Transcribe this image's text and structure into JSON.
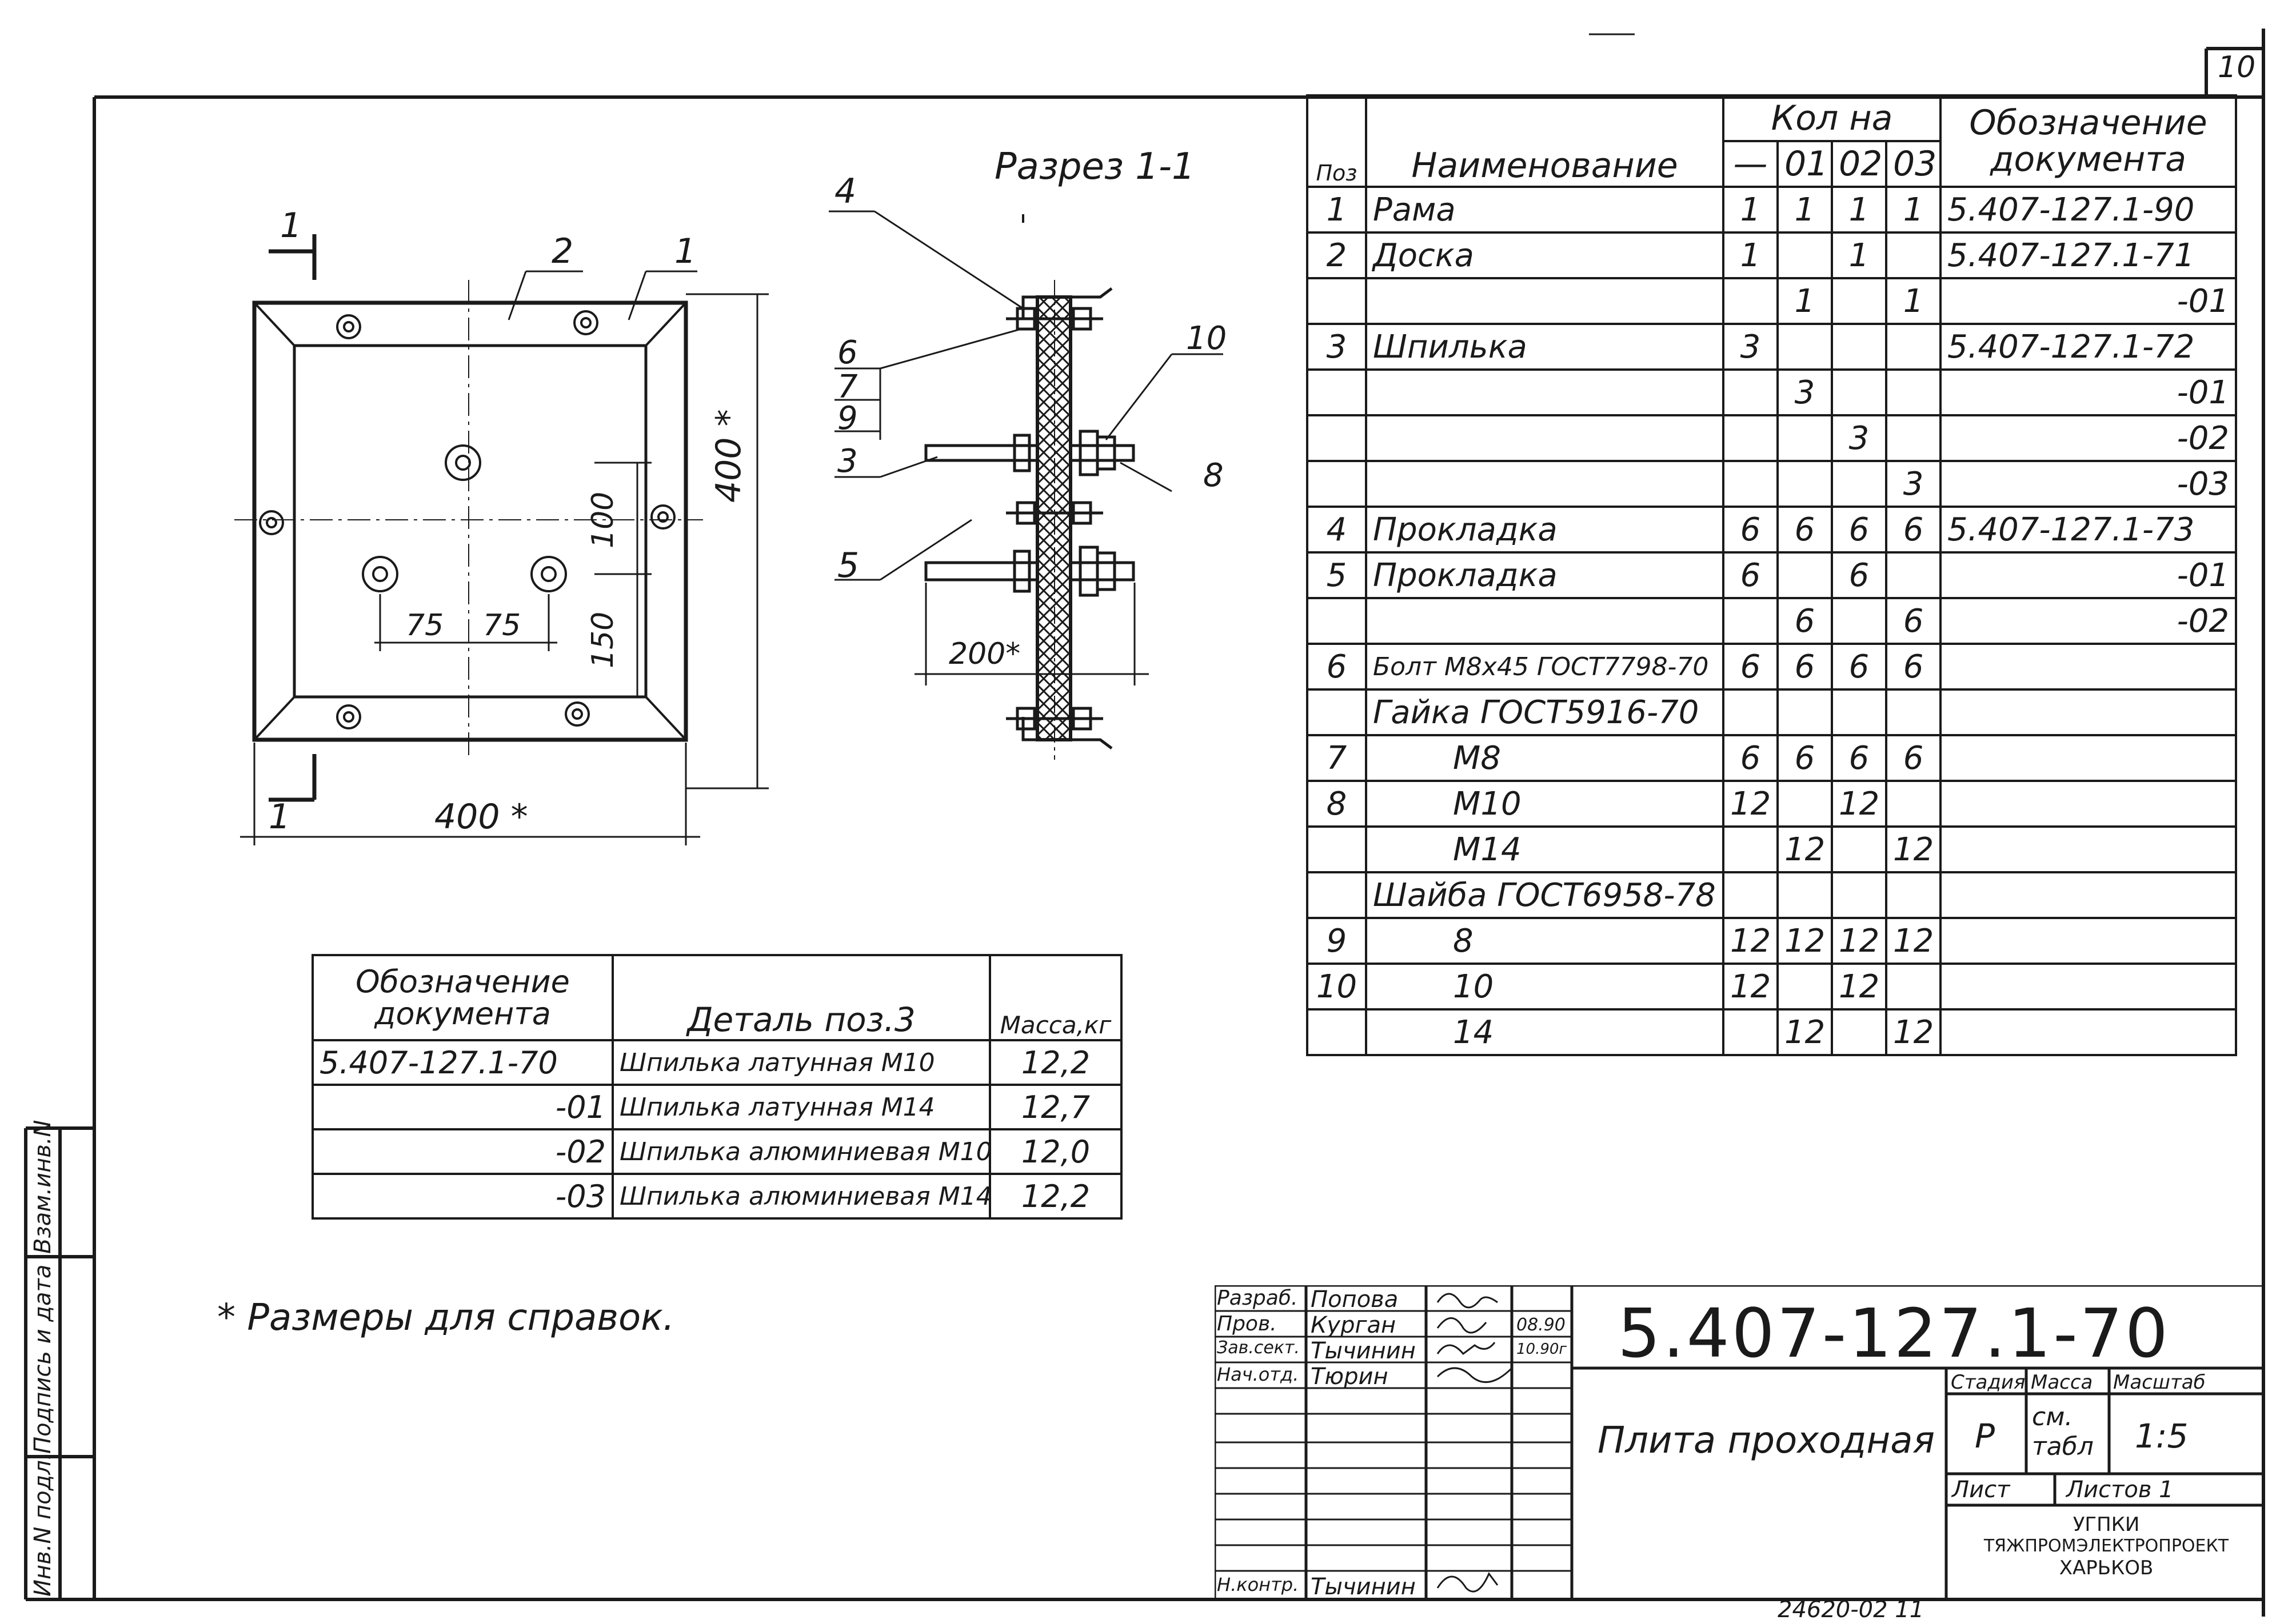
{
  "sheet_number": "10",
  "top_dashes": "-----",
  "drawing_code": "5.407-127.1-70",
  "title": "Плита проходная",
  "note": "* Размеры для справок.",
  "archive_number": "24620-02 11",
  "plan_view": {
    "cut_marks": [
      "1",
      "1"
    ],
    "callouts": [
      "2",
      "1"
    ],
    "dims": {
      "width": "400 *",
      "height": "400 *",
      "d100": "100",
      "d150": "150",
      "d75a": "75",
      "d75b": "75"
    }
  },
  "section_view": {
    "label": "Разрез 1-1",
    "callouts": [
      "4",
      "6",
      "7",
      "9",
      "3",
      "5",
      "10",
      "8"
    ],
    "dim_200": "200*"
  },
  "spec_table": {
    "headers": {
      "pos": "Поз",
      "name": "Наименование",
      "qty": "Кол на",
      "doc": "Обозначение документа",
      "variants": [
        "—",
        "01",
        "02",
        "03"
      ]
    },
    "rows": [
      {
        "pos": "1",
        "name": "Рама",
        "q": [
          "1",
          "1",
          "1",
          "1"
        ],
        "doc": "5.407-127.1-90"
      },
      {
        "pos": "2",
        "name": "Доска",
        "q": [
          "1",
          "",
          "1",
          ""
        ],
        "doc": "5.407-127.1-71"
      },
      {
        "pos": "",
        "name": "",
        "q": [
          "",
          "1",
          "",
          "1"
        ],
        "doc": "-01"
      },
      {
        "pos": "3",
        "name": "Шпилька",
        "q": [
          "3",
          "",
          "",
          ""
        ],
        "doc": "5.407-127.1-72"
      },
      {
        "pos": "",
        "name": "",
        "q": [
          "",
          "3",
          "",
          ""
        ],
        "doc": "-01"
      },
      {
        "pos": "",
        "name": "",
        "q": [
          "",
          "",
          "3",
          ""
        ],
        "doc": "-02"
      },
      {
        "pos": "",
        "name": "",
        "q": [
          "",
          "",
          "",
          "3"
        ],
        "doc": "-03"
      },
      {
        "pos": "4",
        "name": "Прокладка",
        "q": [
          "6",
          "6",
          "6",
          "6"
        ],
        "doc": "5.407-127.1-73"
      },
      {
        "pos": "5",
        "name": "Прокладка",
        "q": [
          "6",
          "",
          "6",
          ""
        ],
        "doc": "-01"
      },
      {
        "pos": "",
        "name": "",
        "q": [
          "",
          "6",
          "",
          "6"
        ],
        "doc": "-02"
      },
      {
        "pos": "6",
        "name": "Болт М8х45 ГОСТ7798-70",
        "q": [
          "6",
          "6",
          "6",
          "6"
        ],
        "doc": ""
      },
      {
        "pos": "",
        "name": "Гайка ГОСТ5916-70",
        "q": [
          "",
          "",
          "",
          ""
        ],
        "doc": ""
      },
      {
        "pos": "7",
        "name": "М8",
        "q": [
          "6",
          "6",
          "6",
          "6"
        ],
        "doc": ""
      },
      {
        "pos": "8",
        "name": "М10",
        "q": [
          "12",
          "",
          "12",
          ""
        ],
        "doc": ""
      },
      {
        "pos": "",
        "name": "М14",
        "q": [
          "",
          "12",
          "",
          "12"
        ],
        "doc": ""
      },
      {
        "pos": "",
        "name": "Шайба ГОСТ6958-78",
        "q": [
          "",
          "",
          "",
          ""
        ],
        "doc": ""
      },
      {
        "pos": "9",
        "name": "8",
        "q": [
          "12",
          "12",
          "12",
          "12"
        ],
        "doc": ""
      },
      {
        "pos": "10",
        "name": "10",
        "q": [
          "12",
          "",
          "12",
          ""
        ],
        "doc": ""
      },
      {
        "pos": "",
        "name": "14",
        "q": [
          "",
          "12",
          "",
          "12"
        ],
        "doc": ""
      }
    ]
  },
  "mass_table": {
    "headers": {
      "doc": "Обозначение документа",
      "detail": "Деталь поз.3",
      "mass": "Масса,кг"
    },
    "rows": [
      {
        "doc": "5.407-127.1-70",
        "detail": "Шпилька латунная М10",
        "mass": "12,2"
      },
      {
        "doc": "-01",
        "detail": "Шпилька латунная М14",
        "mass": "12,7"
      },
      {
        "doc": "-02",
        "detail": "Шпилька алюминиевая М10",
        "mass": "12,0"
      },
      {
        "doc": "-03",
        "detail": "Шпилька алюминиевая М14",
        "mass": "12,2"
      }
    ]
  },
  "title_block": {
    "roles": [
      {
        "role": "Разраб.",
        "name": "Попова",
        "date": ""
      },
      {
        "role": "Пров.",
        "name": "Курган",
        "date": "08.90"
      },
      {
        "role": "Зав.сект.",
        "name": "Тычинин",
        "date": "10.90г"
      },
      {
        "role": "Нач.отд.",
        "name": "Тюрин",
        "date": ""
      }
    ],
    "control": {
      "role": "Н.контр.",
      "name": "Тычинин"
    },
    "stage_label": "Стадия",
    "mass_label": "Масса",
    "scale_label": "Масштаб",
    "stage": "Р",
    "mass": "см. табл",
    "scale": "1:5",
    "sheet_label": "Лист",
    "sheets_label": "Листов 1",
    "org": [
      "УГПКИ",
      "ТЯЖПРОМЭЛЕКТРОПРОЕКТ",
      "ХАРЬКОВ"
    ]
  },
  "left_strip": [
    "Инв.N подл.",
    "Подпись и дата",
    "Взам.инв.N"
  ]
}
